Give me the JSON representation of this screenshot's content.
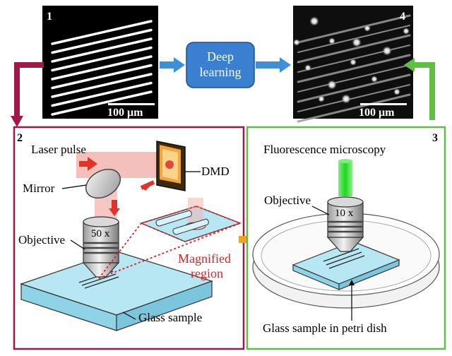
{
  "panels": {
    "p1": {
      "number": "1",
      "scalebar": "100 μm"
    },
    "p4": {
      "number": "4",
      "scalebar": "100 μm"
    },
    "p2": {
      "number": "2",
      "laser": "Laser pulse",
      "mirror": "Mirror",
      "dmd": "DMD",
      "objective": "Objective",
      "objective_mag": "50 x",
      "magnified_1": "Magnified",
      "magnified_2": "region",
      "glass": "Glass sample"
    },
    "p3": {
      "number": "3",
      "fluor": "Fluorescence microscopy",
      "objective": "Objective",
      "objective_mag": "10 x",
      "glass": "Glass sample in petri dish"
    }
  },
  "center_box": {
    "line1": "Deep",
    "line2": "learning"
  },
  "colors": {
    "panel2_border": "#a0174a",
    "panel3_border": "#5fbf45",
    "arrow_blue": "#3f8fd6",
    "box_blue": "#3a7fd0",
    "arrow_red": "#e0332a",
    "magnified_red": "#e02020",
    "laser_beam": "#f2b5b0",
    "green_beam": "#2fd832",
    "glass_blue": "#a6e0ee"
  }
}
